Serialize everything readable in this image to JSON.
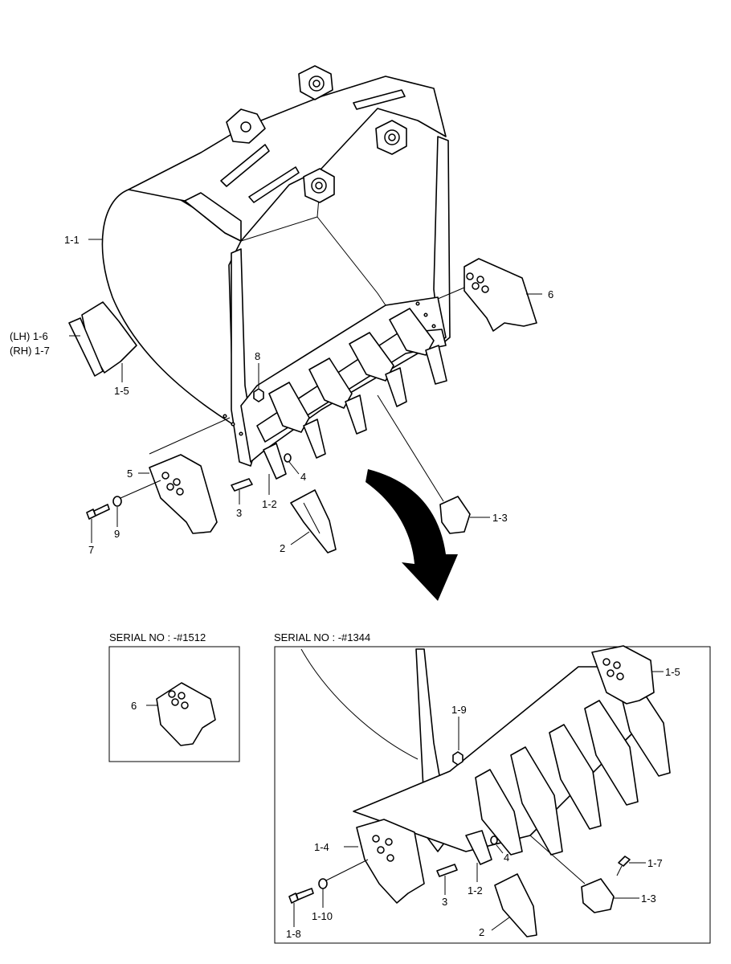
{
  "main_labels": {
    "bucket": "1-1",
    "tooth_point_lower": "2",
    "pin": "3",
    "lock": "4",
    "side_cutter_lh": "5",
    "side_cutter_rh": "6",
    "bolt": "7",
    "nut": "8",
    "washer": "9",
    "adapter": "1-2",
    "tooth_end": "1-3",
    "wear_plate": "1-5",
    "wear_lh": "(LH) 1-6",
    "wear_rh": "(RH) 1-7"
  },
  "inset_small": {
    "caption": "SERIAL NO : -#1512",
    "label": "6"
  },
  "inset_large": {
    "caption": "SERIAL NO : -#1344",
    "labels": {
      "side_cutter_rh": "1-5",
      "nut": "1-9",
      "side_cutter_lh": "1-4",
      "lock": "4",
      "pin": "3",
      "adapter": "1-2",
      "tooth_point": "2",
      "washer": "1-10",
      "bolt": "1-8",
      "end_bolt": "1-7",
      "tooth_end": "1-3"
    }
  }
}
